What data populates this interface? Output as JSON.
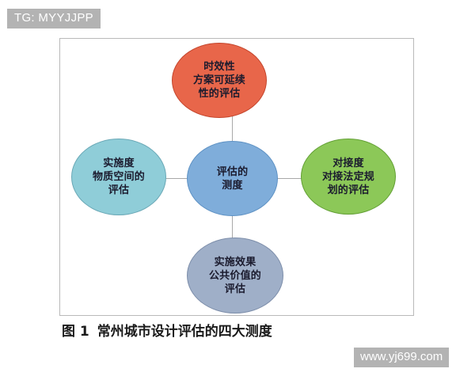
{
  "overlays": {
    "tg_tag": "TG: MYYJJPP",
    "site_tag": "www.yj699.com"
  },
  "figure": {
    "caption_label": "图 1",
    "caption_title": "常州城市设计评估的四大测度",
    "border_color": "#b9b9b9",
    "connector_color": "#a8a8a8",
    "nodes": {
      "center": {
        "id": "center",
        "color": "#7fadda",
        "line1": "评估的",
        "line2": "测度",
        "line3": ""
      },
      "top": {
        "id": "top",
        "color": "#e8664a",
        "line1": "时效性",
        "line2": "方案可延续",
        "line3": "性的评估"
      },
      "left": {
        "id": "left",
        "color": "#8fcdd8",
        "line1": "实施度",
        "line2": "物质空间的",
        "line3": "评估"
      },
      "right": {
        "id": "right",
        "color": "#8cc858",
        "line1": "对接度",
        "line2": "对接法定规",
        "line3": "划的评估"
      },
      "bottom": {
        "id": "bottom",
        "color": "#9fafc8",
        "line1": "实施效果",
        "line2": "公共价值的",
        "line3": "评估"
      }
    }
  }
}
